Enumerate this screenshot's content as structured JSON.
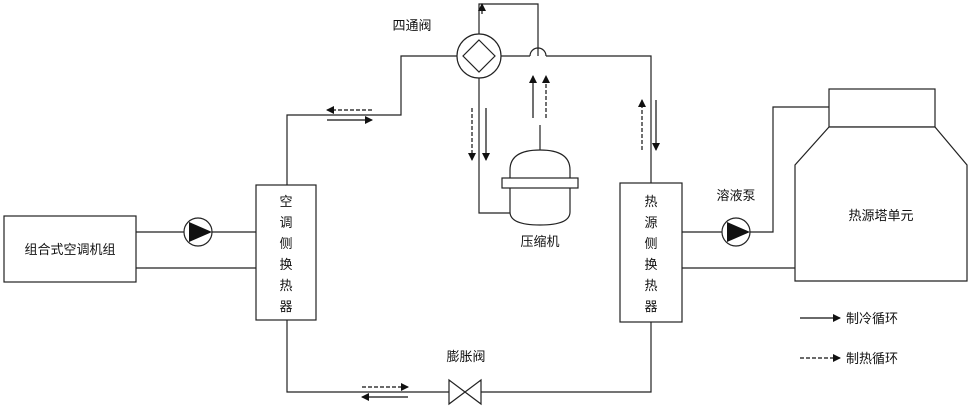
{
  "labels": {
    "four_way_valve": "四通阀",
    "compressor": "压缩机",
    "expansion_valve": "膨胀阀",
    "solution_pump": "溶液泵",
    "heat_source_tower": "热源塔单元",
    "ahu": "组合式空调机组",
    "ac_side_hx": [
      "空",
      "调",
      "侧",
      "换",
      "热",
      "器"
    ],
    "hs_side_hx": [
      "热",
      "源",
      "侧",
      "换",
      "热",
      "器"
    ]
  },
  "legend": {
    "cooling": "制冷循环",
    "heating": "制热循环"
  }
}
